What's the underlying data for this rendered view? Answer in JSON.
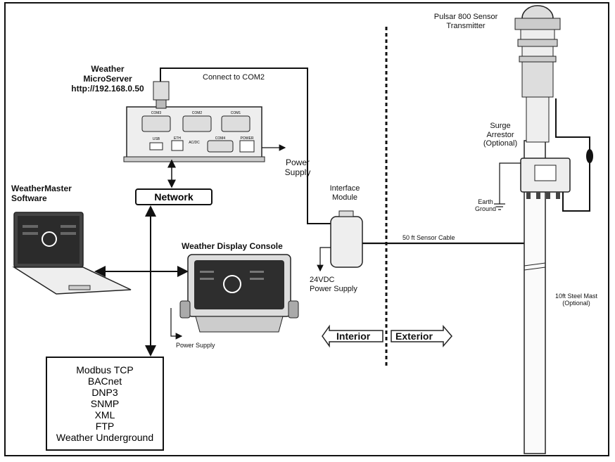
{
  "microserver": {
    "title": "Weather",
    "subtitle": "MicroServer",
    "url": "http://192.168.0.50"
  },
  "labels": {
    "connect_com2": "Connect to COM2",
    "power_supply": "Power\nSupply",
    "network": "Network",
    "weathermaster": "WeatherMaster\nSoftware",
    "display_console": "Weather Display Console",
    "console_power": "Power Supply",
    "interface_module": "Interface\nModule",
    "supply_24v": "24VDC\nPower Supply",
    "sensor_cable": "50 ft Sensor Cable",
    "interior": "Interior",
    "exterior": "Exterior",
    "pulsar": "Pulsar 800 Sensor\nTransmitter",
    "surge": "Surge\nArrestor\n(Optional)",
    "earth": "Earth\nGround",
    "mast": "10ft Steel Mast\n(Optional)"
  },
  "ports": {
    "com3": "COM3",
    "com2": "COM2",
    "com1": "COM1",
    "usb": "USB",
    "eth": "ETH",
    "acdc": "AC/DC",
    "com4": "COM4",
    "power": "POWER"
  },
  "protocols": [
    "Modbus TCP",
    "BACnet",
    "DNP3",
    "SNMP",
    "XML",
    "FTP",
    "Weather Underground"
  ]
}
